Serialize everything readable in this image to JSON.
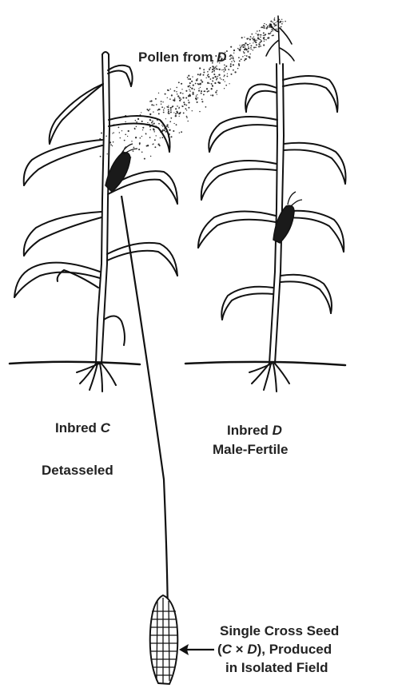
{
  "labels": {
    "pollen_prefix": "Pollen from ",
    "pollen_var": "D",
    "inbred_c_prefix": "Inbred ",
    "inbred_c_var": "C",
    "detasseled": "Detasseled",
    "inbred_d_prefix": "Inbred ",
    "inbred_d_var": "D",
    "male_fertile": "Male-Fertile",
    "seed_line1": "Single Cross Seed",
    "seed_line2_open": "(",
    "seed_line2_c": "C",
    "seed_line2_x": " × ",
    "seed_line2_d": "D",
    "seed_line2_close": "), Produced",
    "seed_line3": "in Isolated Field"
  }
}
